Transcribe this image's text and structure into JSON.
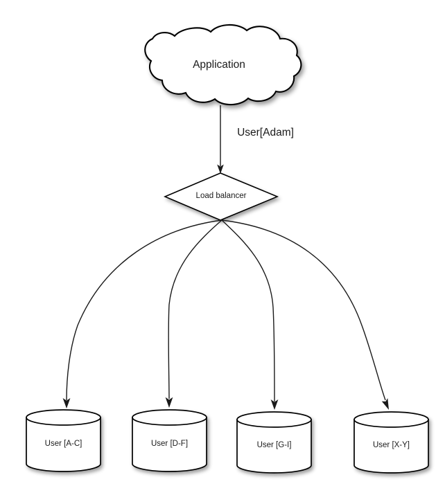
{
  "diagram": {
    "type": "architecture-flow-diagram",
    "background_color": "#ffffff",
    "stroke_color": "#000000",
    "text_color": "#1a1a1a",
    "nodes": {
      "application": {
        "label": "Application",
        "shape": "cloud"
      },
      "load_balancer": {
        "label": "Load balancer",
        "shape": "diamond"
      },
      "databases": [
        {
          "label": "User [A-C]",
          "shape": "cylinder"
        },
        {
          "label": "User [D-F]",
          "shape": "cylinder"
        },
        {
          "label": "User [G-I]",
          "shape": "cylinder"
        },
        {
          "label": "User [X-Y]",
          "shape": "cylinder"
        }
      ]
    },
    "edges": {
      "application_to_balancer_label": "User[Adam]"
    }
  }
}
